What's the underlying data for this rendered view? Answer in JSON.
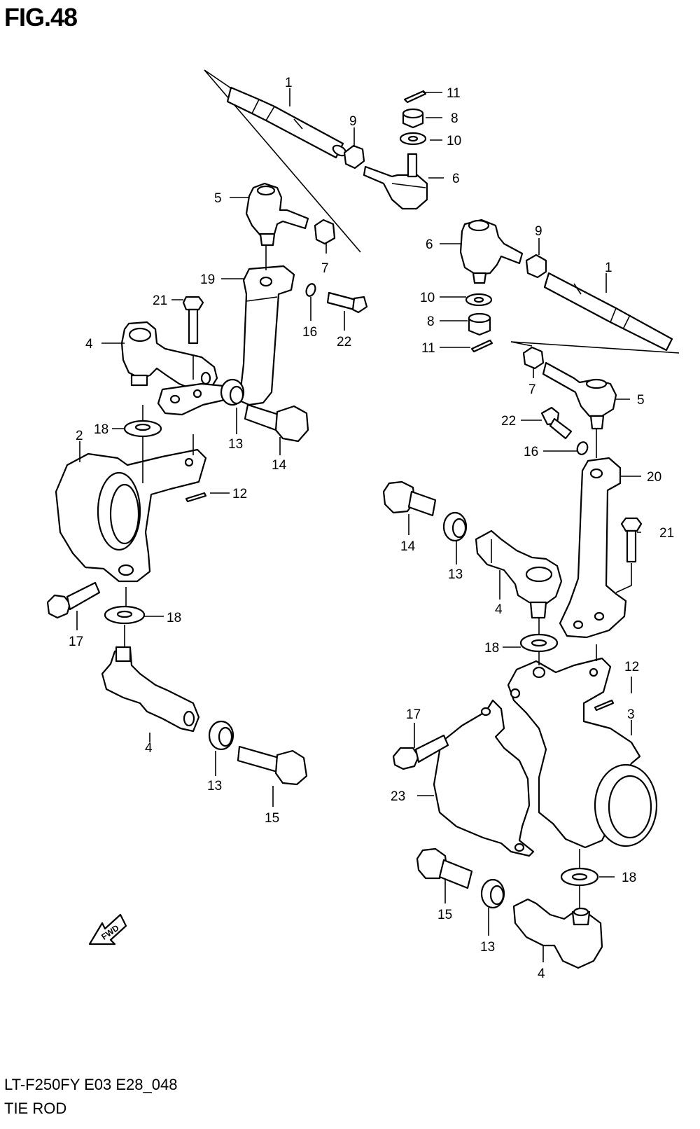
{
  "figure": {
    "title": "FIG.48",
    "code": "LT-F250FY E03 E28_048",
    "name": "TIE ROD",
    "fwd_label": "FWD"
  },
  "callouts": [
    {
      "id": "c1a",
      "text": "1"
    },
    {
      "id": "c11a",
      "text": "11"
    },
    {
      "id": "c8a",
      "text": "8"
    },
    {
      "id": "c9a",
      "text": "9"
    },
    {
      "id": "c10a",
      "text": "10"
    },
    {
      "id": "c6a",
      "text": "6"
    },
    {
      "id": "c5a",
      "text": "5"
    },
    {
      "id": "c7a",
      "text": "7"
    },
    {
      "id": "c19",
      "text": "19"
    },
    {
      "id": "c21a",
      "text": "21"
    },
    {
      "id": "c16a",
      "text": "16"
    },
    {
      "id": "c22a",
      "text": "22"
    },
    {
      "id": "c4a",
      "text": "4"
    },
    {
      "id": "c18a",
      "text": "18"
    },
    {
      "id": "c13a",
      "text": "13"
    },
    {
      "id": "c14a",
      "text": "14"
    },
    {
      "id": "c2",
      "text": "2"
    },
    {
      "id": "c12a",
      "text": "12"
    },
    {
      "id": "c17a",
      "text": "17"
    },
    {
      "id": "c18b",
      "text": "18"
    },
    {
      "id": "c4b",
      "text": "4"
    },
    {
      "id": "c13b",
      "text": "13"
    },
    {
      "id": "c15a",
      "text": "15"
    },
    {
      "id": "c6b",
      "text": "6"
    },
    {
      "id": "c9b",
      "text": "9"
    },
    {
      "id": "c1b",
      "text": "1"
    },
    {
      "id": "c10b",
      "text": "10"
    },
    {
      "id": "c8b",
      "text": "8"
    },
    {
      "id": "c11b",
      "text": "11"
    },
    {
      "id": "c7b",
      "text": "7"
    },
    {
      "id": "c5b",
      "text": "5"
    },
    {
      "id": "c22b",
      "text": "22"
    },
    {
      "id": "c16b",
      "text": "16"
    },
    {
      "id": "c20",
      "text": "20"
    },
    {
      "id": "c14b",
      "text": "14"
    },
    {
      "id": "c13c",
      "text": "13"
    },
    {
      "id": "c4c",
      "text": "4"
    },
    {
      "id": "c21b",
      "text": "21"
    },
    {
      "id": "c18c",
      "text": "18"
    },
    {
      "id": "c12b",
      "text": "12"
    },
    {
      "id": "c3",
      "text": "3"
    },
    {
      "id": "c17b",
      "text": "17"
    },
    {
      "id": "c23",
      "text": "23"
    },
    {
      "id": "c18d",
      "text": "18"
    },
    {
      "id": "c15b",
      "text": "15"
    },
    {
      "id": "c13d",
      "text": "13"
    },
    {
      "id": "c4d",
      "text": "4"
    }
  ]
}
